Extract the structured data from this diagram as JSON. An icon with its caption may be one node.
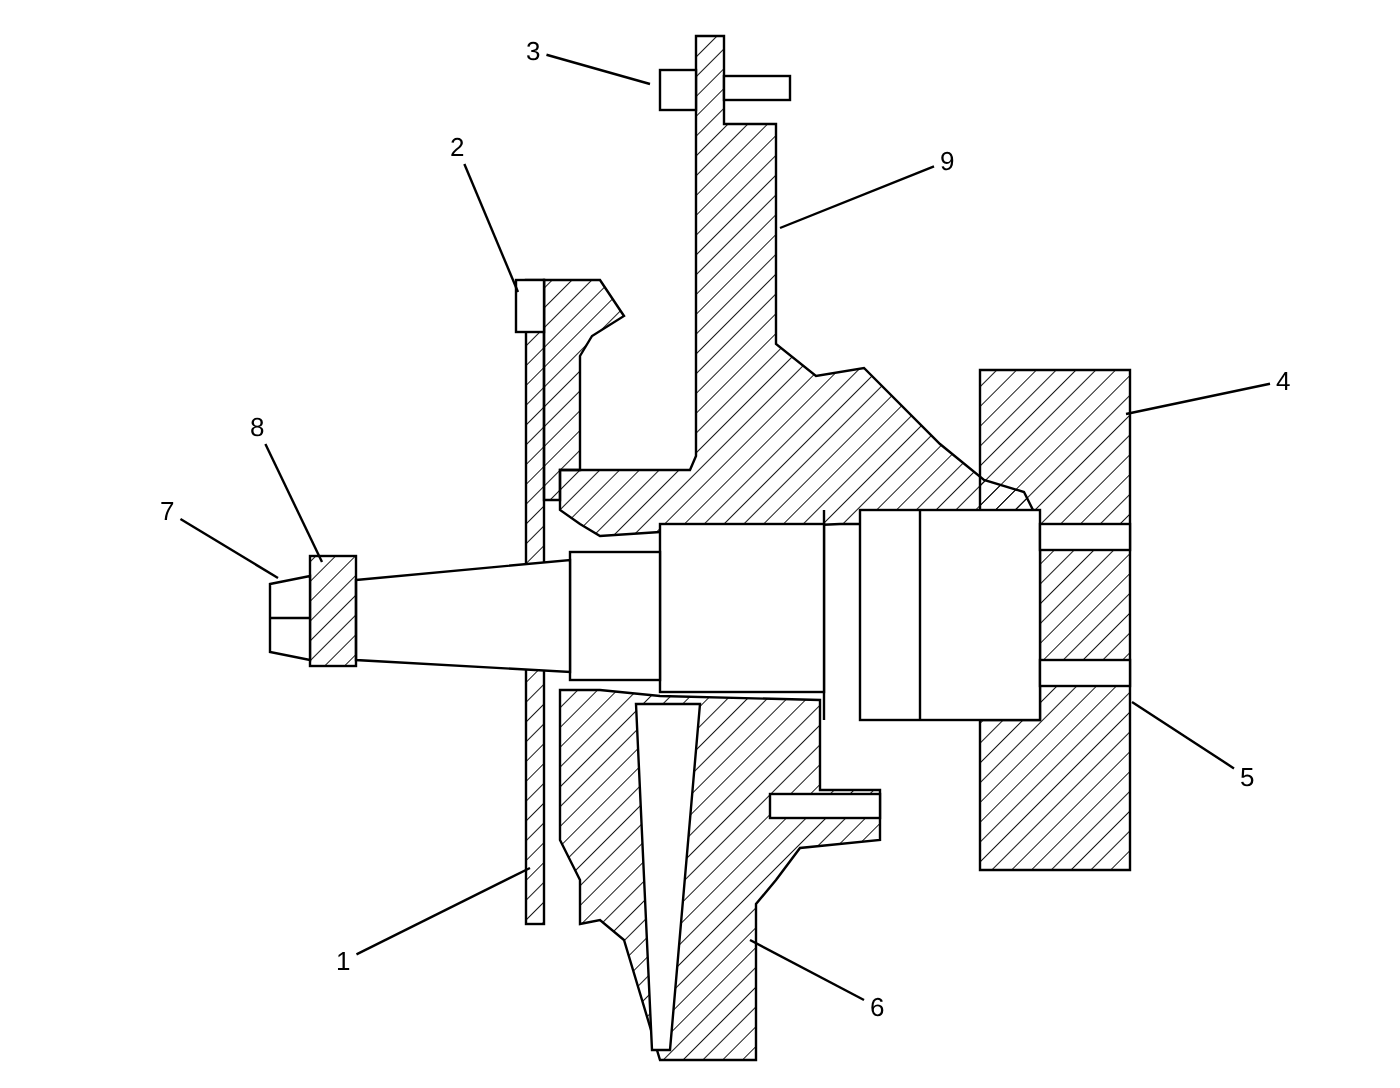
{
  "diagram": {
    "nodes": [
      {
        "text": [
          "3"
        ]
      },
      {
        "text": [
          "2"
        ]
      },
      {
        "text": [
          "9"
        ]
      },
      {
        "text": [
          "4"
        ]
      },
      {
        "text": [
          "8"
        ]
      },
      {
        "text": [
          "7"
        ]
      },
      {
        "text": [
          "5"
        ]
      },
      {
        "text": [
          "1"
        ]
      },
      {
        "text": [
          "6"
        ]
      }
    ],
    "edges": [
      {
        "from": 0,
        "to": null,
        "arrow": "none"
      },
      {
        "from": 1,
        "to": null,
        "arrow": "none"
      },
      {
        "from": 2,
        "to": null,
        "arrow": "none"
      },
      {
        "from": 3,
        "to": null,
        "arrow": "none"
      },
      {
        "from": 4,
        "to": null,
        "arrow": "none"
      },
      {
        "from": 5,
        "to": null,
        "arrow": "none"
      },
      {
        "from": 6,
        "to": null,
        "arrow": "none"
      },
      {
        "from": 7,
        "to": null,
        "arrow": "none"
      },
      {
        "from": 8,
        "to": null,
        "arrow": "none"
      }
    ]
  }
}
